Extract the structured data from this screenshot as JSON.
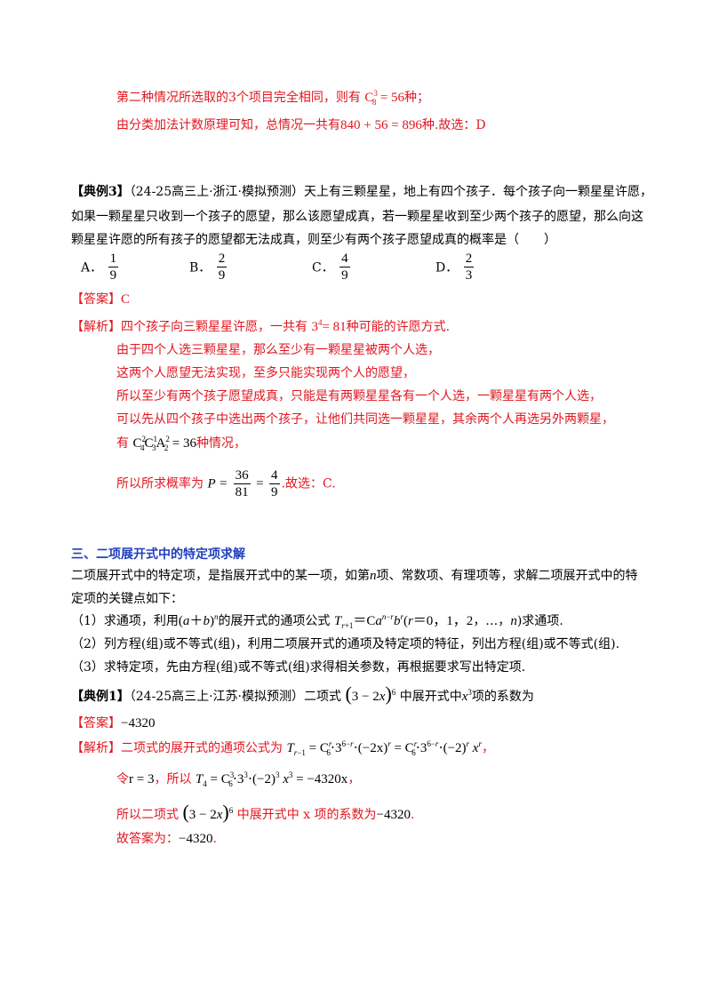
{
  "block1": {
    "line1": {
      "prefix": "第二种情况所选取的3个项目完全相同，则有",
      "formula": "= 56",
      "suffix": "种；"
    },
    "line2": {
      "prefix": "由分类加法计数原理可知，总情况一共有",
      "formula": "840 + 56 = 896",
      "suffix": "种.故选：D"
    }
  },
  "example3": {
    "label": "【典例3】",
    "source": "（24-25高三上·浙江·模拟预测）",
    "text1": "天上有三颗星星，地上有四个孩子．每个孩子向一颗星星许愿，",
    "text2": "如果一颗星星只收到一个孩子的愿望，那么该愿望成真，若一颗星星收到至少两个孩子的愿望，那么向这",
    "text3": "颗星星许愿的所有孩子的愿望都无法成真，则至少有两个孩子愿望成真的概率是（　　）",
    "options": [
      {
        "label": "A．",
        "num": "1",
        "den": "9"
      },
      {
        "label": "B．",
        "num": "2",
        "den": "9"
      },
      {
        "label": "C．",
        "num": "4",
        "den": "9"
      },
      {
        "label": "D．",
        "num": "2",
        "den": "3"
      }
    ],
    "answer_label": "【答案】",
    "answer_value": "C",
    "analysis_label": "【解析】",
    "a1_prefix": "四个孩子向三颗星星许愿，一共有",
    "a1_formula": "= 81",
    "a1_suffix": "种可能的许愿方式.",
    "a2": "由于四个人选三颗星星，那么至少有一颗星星被两个人选，",
    "a3": "这两个人愿望无法实现，至多只能实现两个人的愿望，",
    "a4": "所以至少有两个孩子愿望成真，只能是有两颗星星各有一个人选，一颗星星有两个人选，",
    "a5": "可以先从四个孩子中选出两个孩子，让他们共同选一颗星星，其余两个人再选另外两颗星，",
    "a6_prefix": "有",
    "a6_formula": "= 36",
    "a6_suffix": "种情况，",
    "a7_prefix": "所以所求概率为",
    "a7_p": "P =",
    "a7_f1_num": "36",
    "a7_f1_den": "81",
    "a7_eq": "=",
    "a7_f2_num": "4",
    "a7_f2_den": "9",
    "a7_suffix": ".故选：C."
  },
  "section3": {
    "heading": "三、二项展开式中的特定项求解",
    "p1": "二项展开式中的特定项，是指展开式中的某一项，如第",
    "p1b": "项、常数项、有理项等，求解二项展开式中的特",
    "p2": "定项的关键点如下：",
    "s1_prefix": "（1）求通项，利用",
    "s1_mid": "的展开式的通项公式",
    "s1_suffix": "，…，",
    "s1_end": ")求通项.",
    "s2": "（2）列方程(组)或不等式(组)，利用二项展开式的通项及特定项的特征，列出方程(组)或不等式(组).",
    "s3": "（3）求特定项，先由方程(组)或不等式(组)求得相关参数，再根据要求写出特定项."
  },
  "example1": {
    "label": "【典例1】",
    "source": "（24-25高三上·江苏·模拟预测）",
    "text_prefix": "二项式",
    "text_mid": "中展开式中",
    "text_suffix": "项的系数为",
    "answer_label": "【答案】",
    "answer_value": "−4320",
    "analysis_label": "【解析】",
    "a1_prefix": "二项式的展开式的通项公式为",
    "a1_formula": "(−2x)",
    "a1_formula2": "(−2)",
    "a1_suffix": "，",
    "a2_prefix": "令",
    "a2_r": "r = 3",
    "a2_mid": "，所以",
    "a2_formula": "(−2)",
    "a2_tail": "= −4320x",
    "a2_suffix": "，",
    "a3_prefix": "所以二项式",
    "a3_mid": "中展开式中 x 项的系数为",
    "a3_value": "−4320",
    "a3_suffix": ".",
    "a4_prefix": "故答案为：",
    "a4_value": "−4320",
    "a4_suffix": "."
  },
  "colors": {
    "answer_red": "#e0161f",
    "heading_blue": "#1f3fbf"
  }
}
